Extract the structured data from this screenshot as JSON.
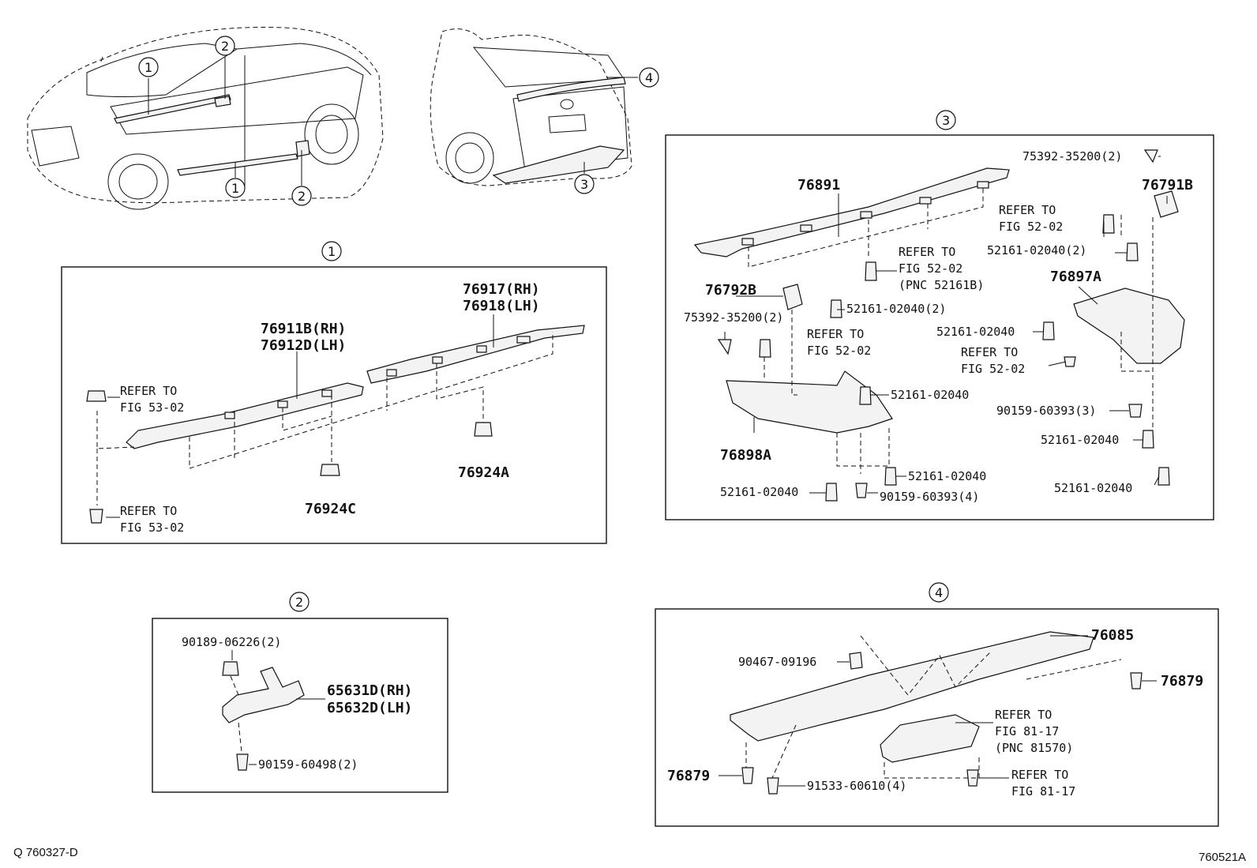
{
  "callouts": {
    "c1": "1",
    "c2": "2",
    "c3": "3",
    "c4": "4"
  },
  "footer": {
    "left": "Q 760327-D",
    "right": "760521A"
  },
  "panel1": {
    "part_76917": "76917(RH)",
    "part_76918": "76918(LH)",
    "part_76911b": "76911B(RH)",
    "part_76912d": "76912D(LH)",
    "refer_top_1": "REFER TO",
    "refer_top_2": "FIG 53-02",
    "refer_bot_1": "REFER TO",
    "refer_bot_2": "FIG 53-02",
    "part_76924c": "76924C",
    "part_76924a": "76924A"
  },
  "panel2": {
    "part_90189": "90189-06226(2)",
    "part_65631d": "65631D(RH)",
    "part_65632d": "65632D(LH)",
    "part_90159": "90159-60498(2)"
  },
  "panel3": {
    "part_75392_a": "75392-35200(2)",
    "part_76891": "76891",
    "part_76791b": "76791B",
    "refer_a1": "REFER TO",
    "refer_a2": "FIG 52-02",
    "part_52161_a": "52161-02040(2)",
    "refer_b1": "REFER TO",
    "refer_b2": "FIG 52-02",
    "refer_b3": "(PNC 52161B)",
    "part_76897a": "76897A",
    "part_76792b": "76792B",
    "part_52161_b": "52161-02040(2)",
    "part_75392_b": "75392-35200(2)",
    "refer_c1": "REFER TO",
    "refer_c2": "FIG 52-02",
    "part_52161_c": "52161-02040",
    "refer_d1": "REFER TO",
    "refer_d2": "FIG 52-02",
    "part_52161_d": "52161-02040",
    "part_90159_a": "90159-60393(3)",
    "part_76898a": "76898A",
    "part_52161_e": "52161-02040",
    "part_52161_f": "52161-02040",
    "part_52161_g": "52161-02040",
    "part_90159_b": "90159-60393(4)",
    "part_52161_h": "52161-02040"
  },
  "panel4": {
    "part_76085": "76085",
    "part_90467": "90467-09196",
    "part_76879_r": "76879",
    "refer_a1": "REFER TO",
    "refer_a2": "FIG 81-17",
    "refer_a3": "(PNC 81570)",
    "part_76879_l": "76879",
    "part_91533": "91533-60610(4)",
    "refer_b1": "REFER TO",
    "refer_b2": "FIG 81-17"
  }
}
